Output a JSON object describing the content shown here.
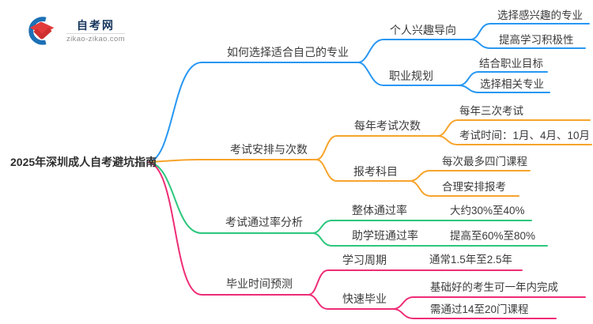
{
  "logo": {
    "title": "自考网",
    "domain": "zikao-zikao.com"
  },
  "root": {
    "label": "2025年深圳成人自考避坑指南"
  },
  "colors": {
    "blue": "#2797F2",
    "orange": "#F7A42C",
    "green": "#2BC77C",
    "pink": "#EE2D76"
  },
  "branches": [
    {
      "label": "如何选择适合自己的专业",
      "children": [
        {
          "label": "个人兴趣导向",
          "children": [
            {
              "label": "选择感兴趣的专业"
            },
            {
              "label": "提高学习积极性"
            }
          ]
        },
        {
          "label": "职业规划",
          "children": [
            {
              "label": "结合职业目标"
            },
            {
              "label": "选择相关专业"
            }
          ]
        }
      ]
    },
    {
      "label": "考试安排与次数",
      "children": [
        {
          "label": "每年考试次数",
          "children": [
            {
              "label": "每年三次考试"
            },
            {
              "label": "考试时间：1月、4月、10月"
            }
          ]
        },
        {
          "label": "报考科目",
          "children": [
            {
              "label": "每次最多四门课程"
            },
            {
              "label": "合理安排报考"
            }
          ]
        }
      ]
    },
    {
      "label": "考试通过率分析",
      "children": [
        {
          "label": "整体通过率",
          "children": [
            {
              "label": "大约30%至40%"
            }
          ]
        },
        {
          "label": "助学班通过率",
          "children": [
            {
              "label": "提高至60%至80%"
            }
          ]
        }
      ]
    },
    {
      "label": "毕业时间预测",
      "children": [
        {
          "label": "学习周期",
          "children": [
            {
              "label": "通常1.5年至2.5年"
            }
          ]
        },
        {
          "label": "快速毕业",
          "children": [
            {
              "label": "基础好的考生可一年内完成"
            },
            {
              "label": "需通过14至20门课程"
            }
          ]
        }
      ]
    }
  ]
}
